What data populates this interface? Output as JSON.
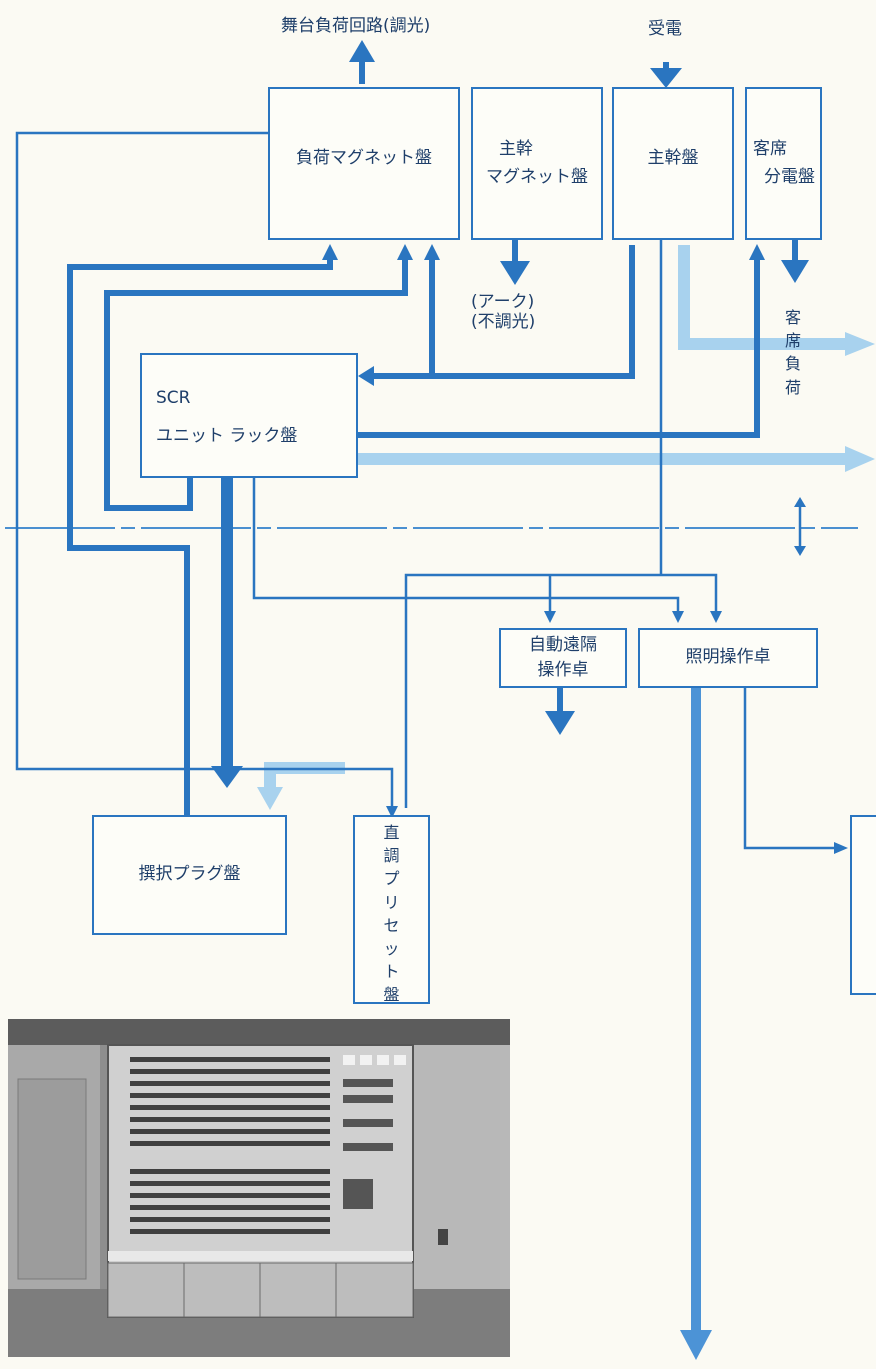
{
  "diagram": {
    "labels": {
      "stage_load": "舞台負荷回路(調光)",
      "receive_power": "受電",
      "arc_line1": "(アーク)",
      "arc_line2": "(不調光)",
      "audience_load": [
        "客",
        "席",
        "負",
        "荷"
      ]
    },
    "boxes": {
      "load_magnet": "負荷マグネット盤",
      "main_magnet_line1": "主幹",
      "main_magnet_line2": "マグネット盤",
      "main_panel": "主幹盤",
      "audience_dist_line1": "客席",
      "audience_dist_line2": "分電盤",
      "scr_line1": "SCR",
      "scr_line2": "ユニット ラック盤",
      "auto_remote_line1": "自動遠隔",
      "auto_remote_line2": "操作卓",
      "lighting_console": "照明操作卓",
      "select_plug": "撰択プラグ盤",
      "preset": [
        "直",
        "調",
        "プ",
        "リ",
        "セ",
        "ッ",
        "ト",
        "盤"
      ]
    },
    "colors": {
      "dark_line": "#2a75c0",
      "light_line": "#a8d2ee",
      "text": "#1f3f6a"
    }
  }
}
